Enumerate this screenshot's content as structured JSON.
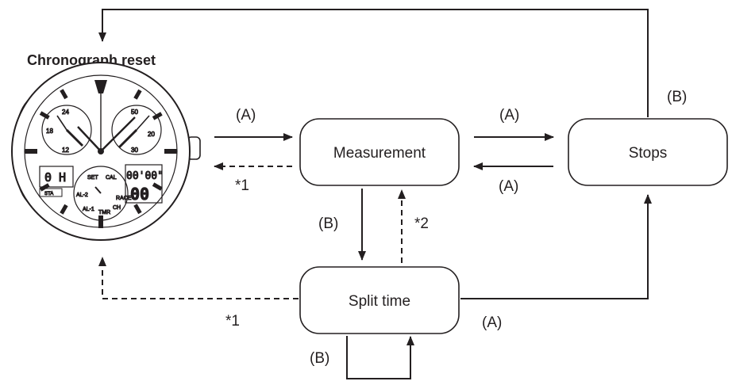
{
  "title": "Chronograph reset",
  "states": {
    "measurement": "Measurement",
    "stops": "Stops",
    "split": "Split time"
  },
  "labels": {
    "a_start": "(A)",
    "a_stop": "(A)",
    "a_resume": "(A)",
    "a_split_stop": "(A)",
    "b_reset": "(B)",
    "b_split": "(B)",
    "b_split_loop": "(B)",
    "note1_top": "*1",
    "note1_bottom": "*1",
    "note2": "*2"
  },
  "watch": {
    "subdial_left": [
      "24",
      "18",
      "12"
    ],
    "subdial_right": [
      "50",
      "20",
      "30"
    ],
    "display_left": "0 H",
    "display_right_top": "00'00\"",
    "display_right_bottom": "00",
    "button_label": "STA",
    "mode_ring": [
      "SET",
      "CAL",
      "AL-2",
      "AL-1",
      "TMR",
      "CH",
      "RACE"
    ]
  }
}
